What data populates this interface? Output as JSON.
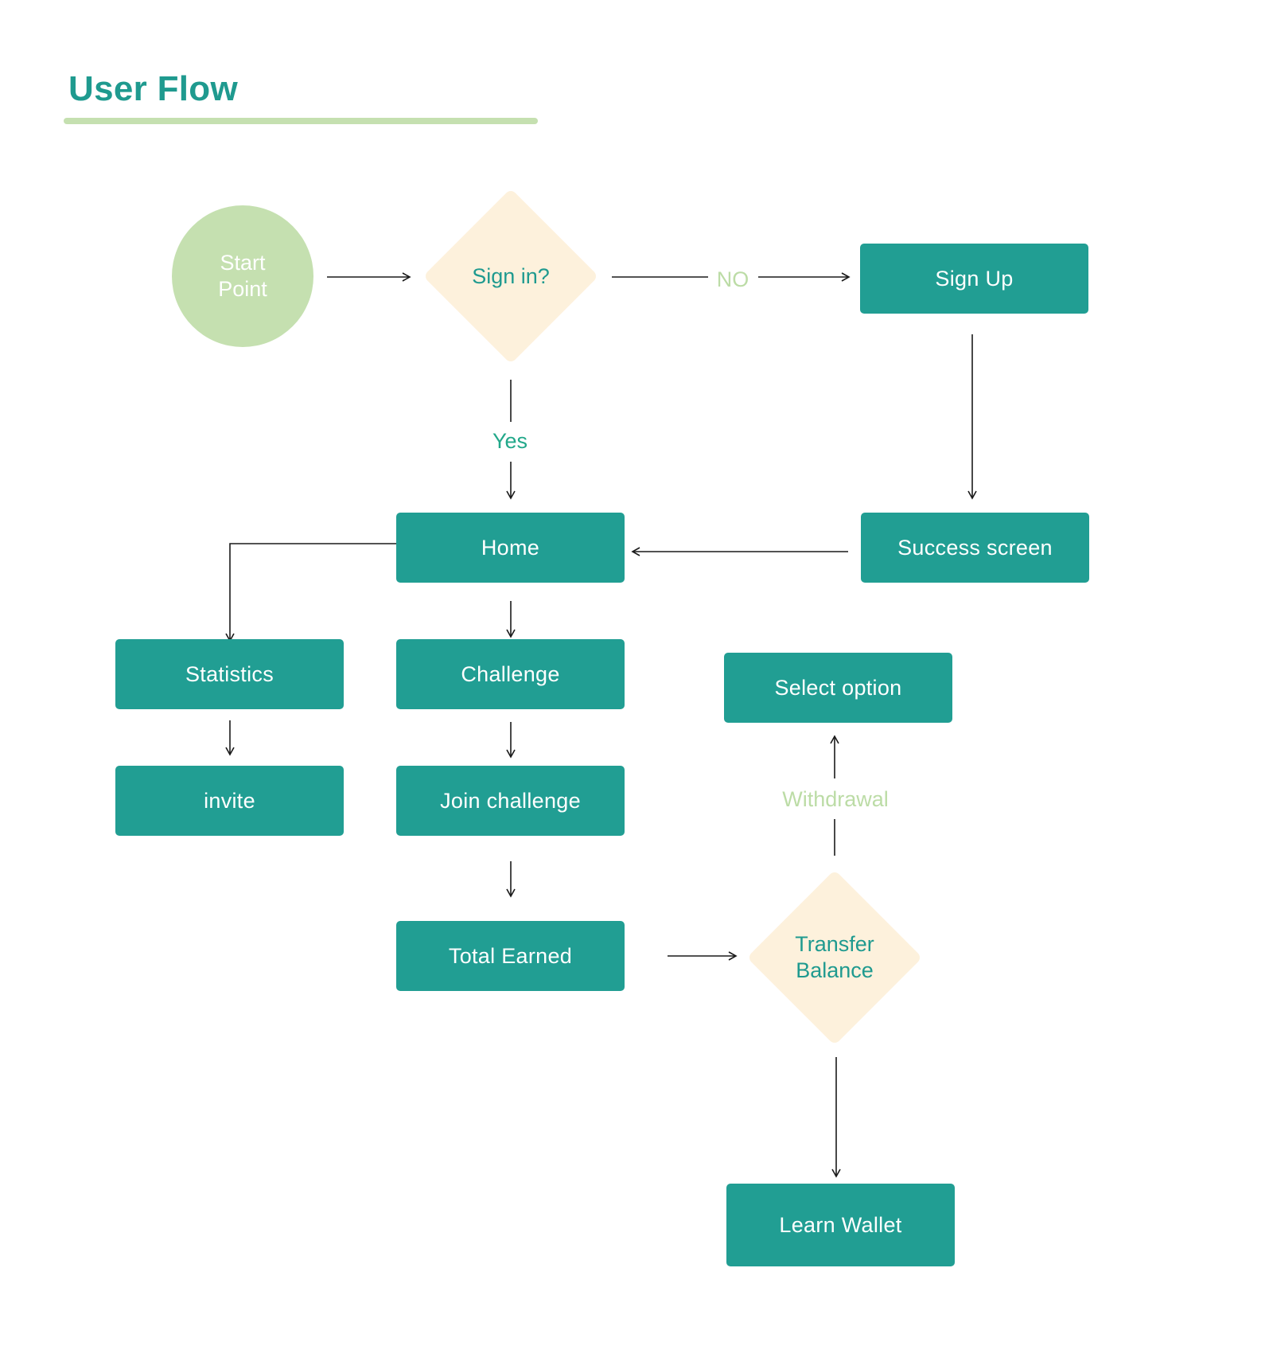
{
  "header": {
    "title": "User Flow"
  },
  "colors": {
    "accent": "#1f9a8f",
    "box_fill": "#219e93",
    "start_fill": "#c5e0b0",
    "decision_fill": "#fdf1dc",
    "label_green": "#22a88a",
    "label_light": "#bcdca6"
  },
  "nodes": {
    "start": "Start\nPoint",
    "sign_in": "Sign in?",
    "sign_up": "Sign Up",
    "success": "Success screen",
    "home": "Home",
    "statistics": "Statistics",
    "invite": "invite",
    "challenge": "Challenge",
    "join_challenge": "Join challenge",
    "total_earned": "Total Earned",
    "transfer_balance": "Transfer\nBalance",
    "select_option": "Select option",
    "learn_wallet": "Learn Wallet"
  },
  "edges": {
    "no": "NO",
    "yes": "Yes",
    "withdrawal": "Withdrawal"
  }
}
